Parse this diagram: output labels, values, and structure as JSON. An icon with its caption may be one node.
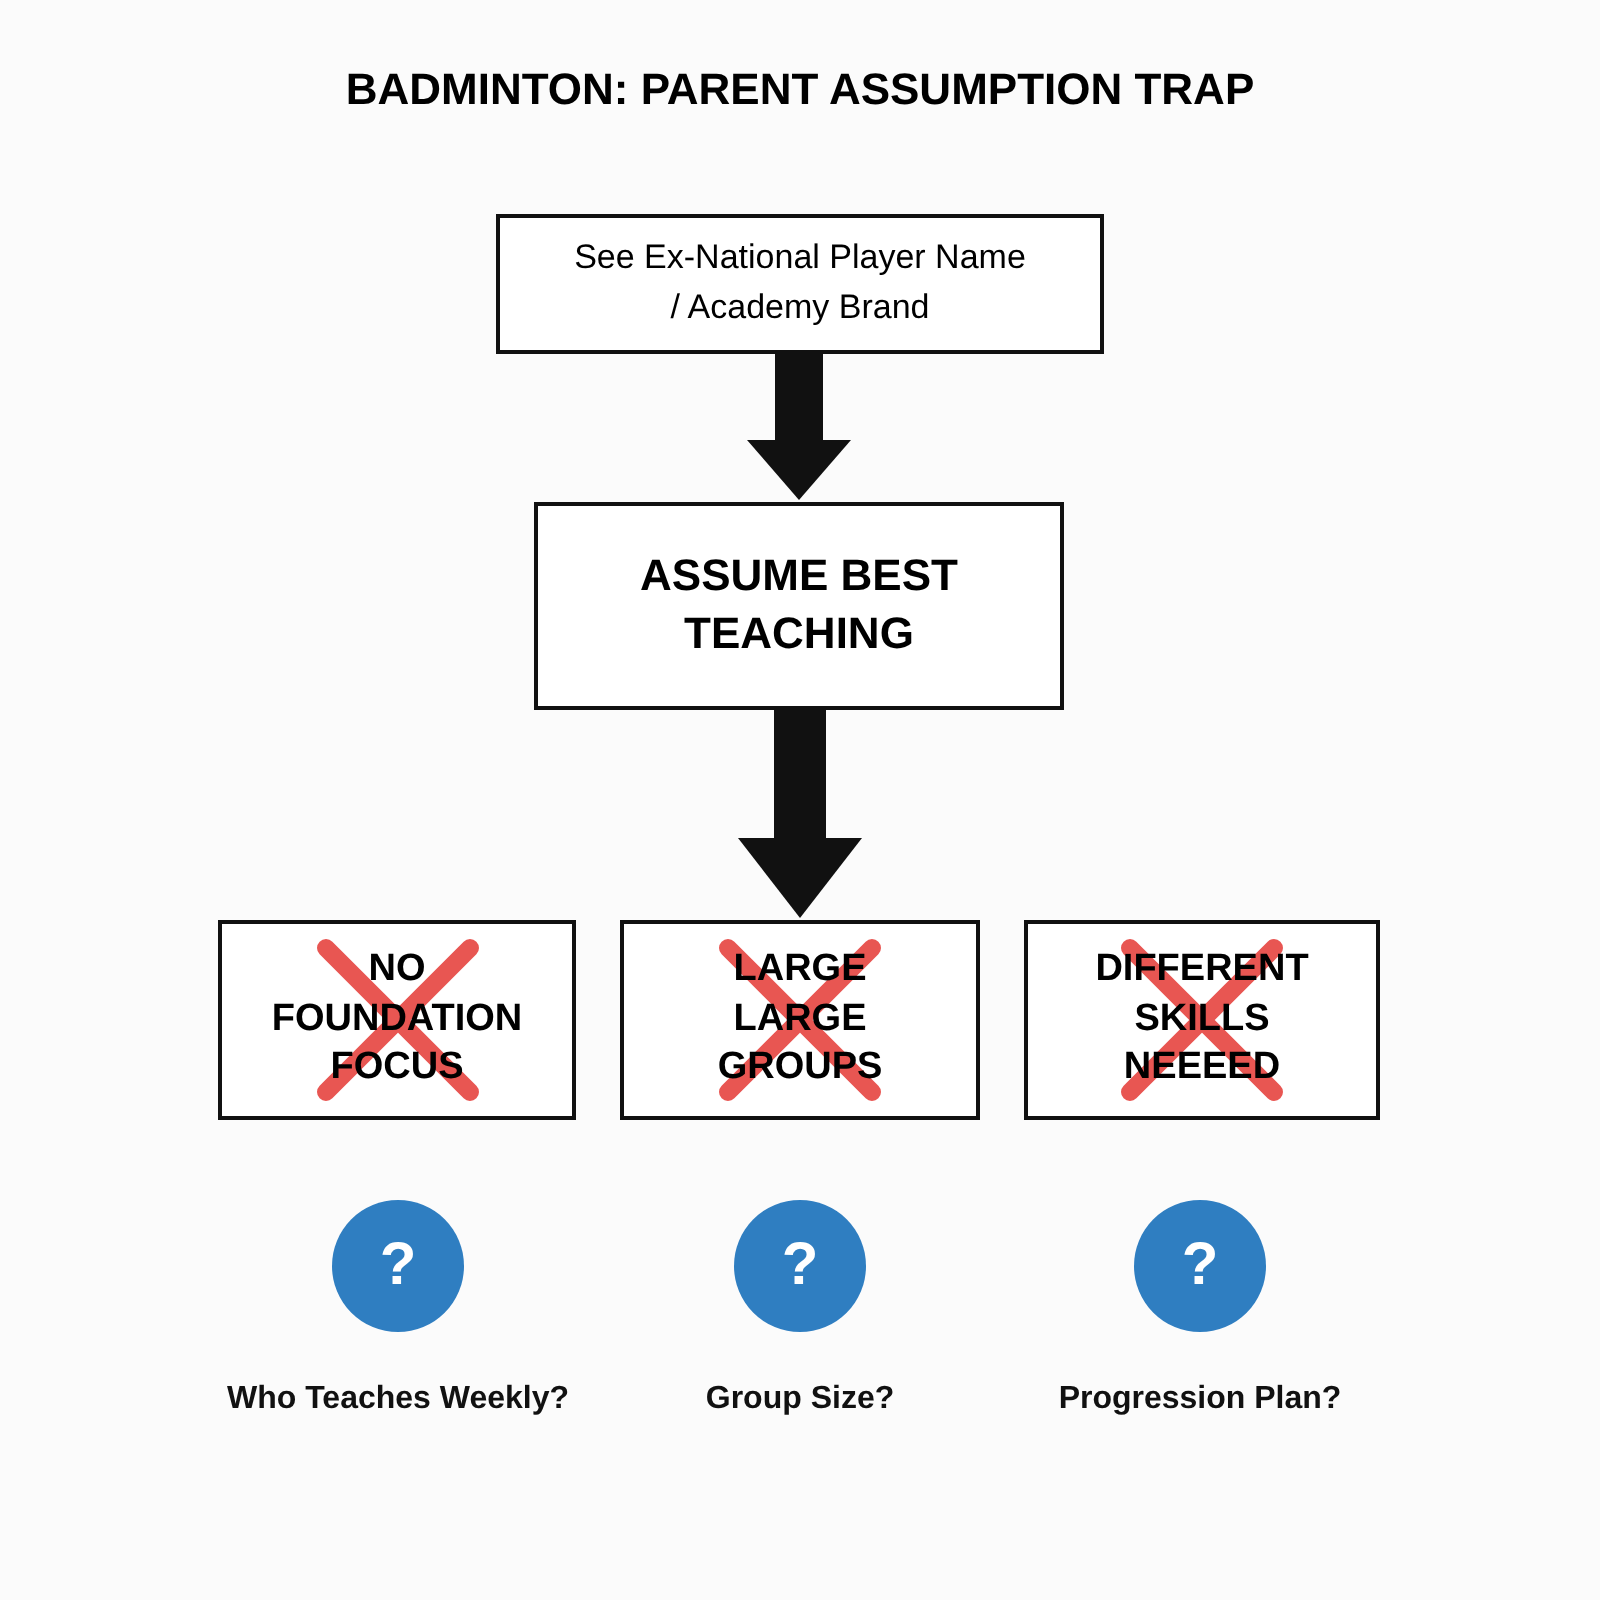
{
  "diagram": {
    "title": "BADMINTON: PARENT ASSUMPTION TRAP",
    "nodes": [
      {
        "text": [
          "See Ex-National Player Name / Academy Brand"
        ]
      },
      {
        "text": [
          "ASSUME BEST TEACHING"
        ]
      },
      {
        "text": [
          "NO FOUNDATION FOCUS"
        ]
      },
      {
        "text": [
          "LARGE LARGE GROUPS"
        ]
      },
      {
        "text": [
          "DIFFERENT SKILLS NEEEED"
        ]
      },
      {
        "text": [
          "?"
        ],
        "beside": [
          "Who Teaches Weekly?"
        ]
      },
      {
        "text": [
          "?"
        ],
        "beside": [
          "Group Size?"
        ]
      },
      {
        "text": [
          "?"
        ],
        "beside": [
          "Progression Plan?"
        ]
      }
    ],
    "edges": [
      {
        "from": 0,
        "to": 1,
        "arrow": "to"
      },
      {
        "from": 1,
        "to": 3,
        "arrow": "to"
      }
    ]
  }
}
